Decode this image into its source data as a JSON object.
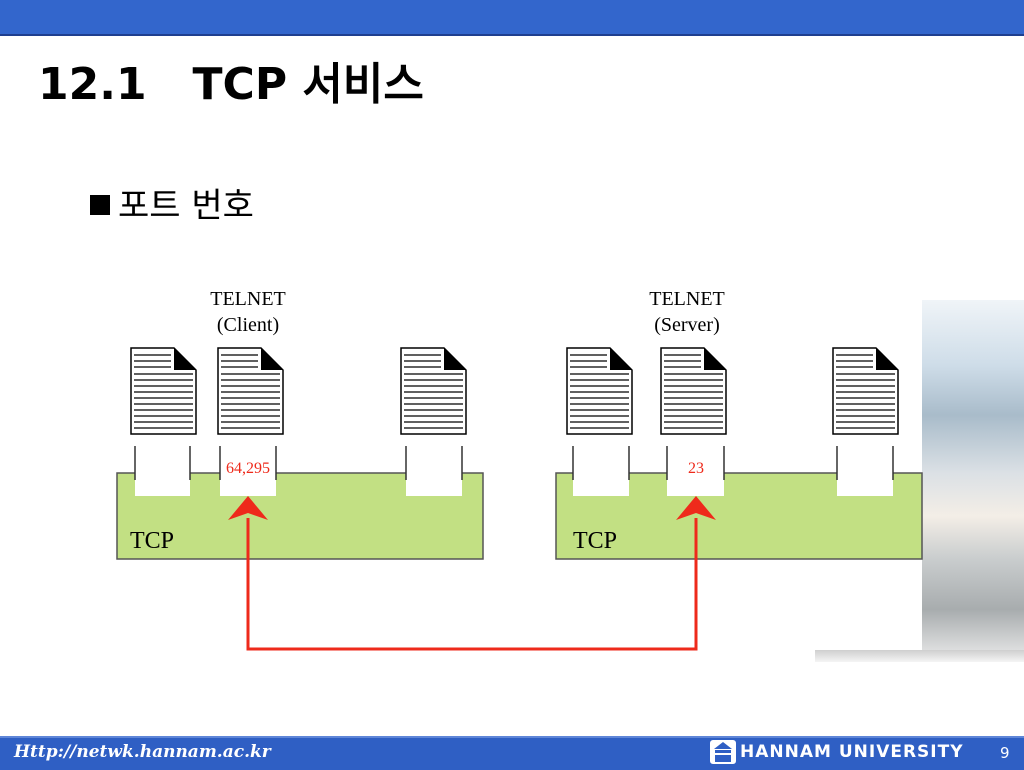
{
  "slide": {
    "title": "12.1   TCP 서비스",
    "bullet": "포트 번호"
  },
  "diagram": {
    "left_app_title": "TELNET",
    "left_app_subtitle": "(Client)",
    "right_app_title": "TELNET",
    "right_app_subtitle": "(Server)",
    "left_layer": "TCP",
    "right_layer": "TCP",
    "left_port": "64,295",
    "right_port": "23",
    "colors": {
      "layer_fill": "#c2e083",
      "arrow": "#ee2a1b",
      "port_text": "#ee2a1b"
    }
  },
  "footer": {
    "url": "Http://netwk.hannam.ac.kr",
    "university": "HANNAM  UNIVERSITY",
    "page_number": "9",
    "logo_icon": "university-logo-icon"
  }
}
